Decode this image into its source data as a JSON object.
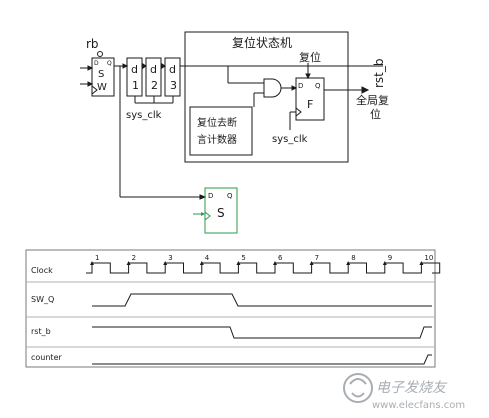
{
  "schematic": {
    "rb_label": "rb",
    "sw": {
      "pin_d": "D",
      "pin_q": "Q",
      "letter_s": "S",
      "letter_w": "W"
    },
    "dff": [
      {
        "top": "d",
        "bottom": "1"
      },
      {
        "top": "d",
        "bottom": "2"
      },
      {
        "top": "d",
        "bottom": "3"
      }
    ],
    "sys_clk_left": "sys_clk",
    "state_machine_title": "复位状态机",
    "reset_label": "复位",
    "rst_b_label": "rst_b",
    "counter_line1": "复位去断",
    "counter_line2": "言计数器",
    "f_ff": {
      "pin_d": "D",
      "pin_q": "Q",
      "letter": "F"
    },
    "sys_clk_right": "sys_clk",
    "global_reset_line1": "全局复",
    "global_reset_line2": "位",
    "s_ff": {
      "pin_d": "D",
      "pin_q": "Q",
      "letter": "S"
    }
  },
  "timing": {
    "signals": [
      "Clock",
      "SW_Q",
      "rst_b",
      "counter"
    ],
    "clock_ticks": [
      "1",
      "2",
      "3",
      "4",
      "5",
      "6",
      "7",
      "8",
      "9",
      "10"
    ]
  },
  "watermark": {
    "line1": "电子发烧友",
    "line2": "www.elecfans.com"
  },
  "colors": {
    "line": "#1a1a1a",
    "green": "#2e9a4a",
    "timing_grid": "#b0b0b0",
    "watermark": "#9aa0a6"
  }
}
